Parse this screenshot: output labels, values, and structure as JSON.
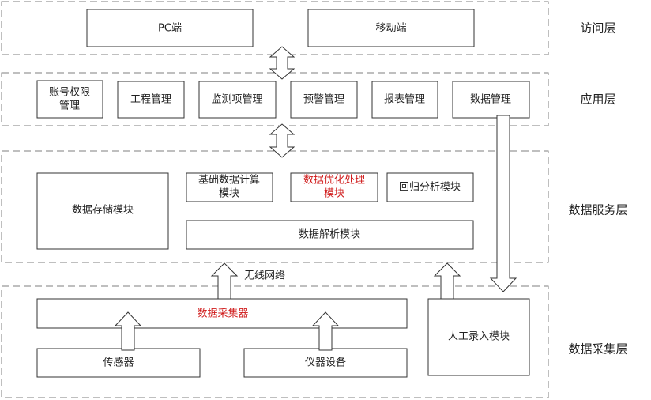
{
  "layers": {
    "access": "访问层",
    "application": "应用层",
    "data_service": "数据服务层",
    "data_collection": "数据采集层"
  },
  "access_layer": {
    "pc": "PC端",
    "mobile": "移动端"
  },
  "application_layer": {
    "account_line1": "账号权限",
    "account_line2": "管理",
    "project": "工程管理",
    "monitoring": "监测项管理",
    "warning": "预警管理",
    "report": "报表管理",
    "data_mgmt": "数据管理"
  },
  "data_service_layer": {
    "storage": "数据存储模块",
    "basic_calc_line1": "基础数据计算",
    "basic_calc_line2": "模块",
    "optimize_line1": "数据优化处理",
    "optimize_line2": "模块",
    "regression": "回归分析模块",
    "parse": "数据解析模块"
  },
  "collection_layer": {
    "collector": "数据采集器",
    "sensor": "传感器",
    "instrument": "仪器设备",
    "manual_entry": "人工录入模块",
    "wireless": "无线网络"
  },
  "colors": {
    "highlight": "#d01c1c",
    "frame": "#7f7f7f",
    "stroke": "#333333"
  }
}
